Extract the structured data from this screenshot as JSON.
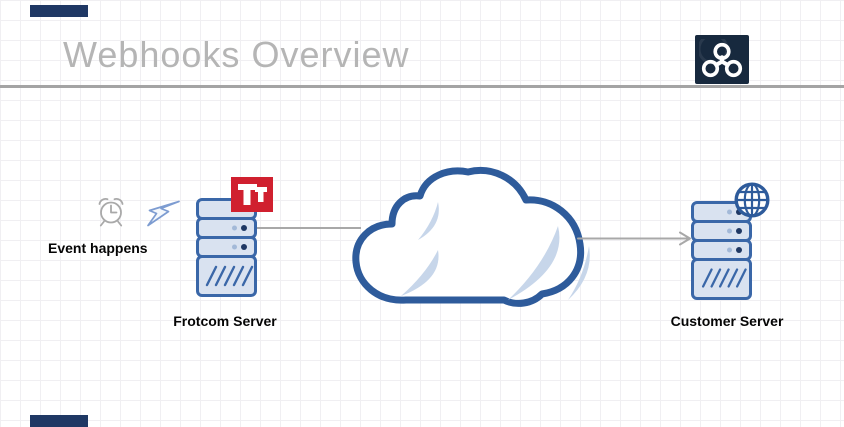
{
  "header": {
    "title": "Webhooks Overview",
    "icon": "webhook-logo-icon"
  },
  "diagram": {
    "event": {
      "label": "Event happens",
      "icons": [
        "alarm-clock-icon",
        "lightning-icon"
      ]
    },
    "frotcom_server": {
      "label": "Frotcom Server",
      "badge_icon": "frotcom-logo-icon"
    },
    "cloud": {
      "icon": "cloud-icon"
    },
    "customer_server": {
      "label": "Customer Server",
      "badge_icon": "globe-icon"
    },
    "connections": [
      {
        "from": "frotcom-server",
        "to": "cloud",
        "arrow": false
      },
      {
        "from": "cloud",
        "to": "customer-server",
        "arrow": true
      }
    ]
  },
  "colors": {
    "accent_blue": "#2e5b9b",
    "server_fill": "#d9e2f0",
    "server_border": "#3a67a8",
    "dot_dark": "#1f3864",
    "dot_light": "#a3b9d8",
    "logo_red": "#d0202f",
    "navy": "#1f3864",
    "line_gray": "#a8a8a8",
    "title_gray": "#b5b5b5",
    "icon_bg": "#17293e",
    "crescent": "#c7d6ea",
    "lightning_blue": "#7d9cd1",
    "clock_gray": "#a9a9a9"
  }
}
